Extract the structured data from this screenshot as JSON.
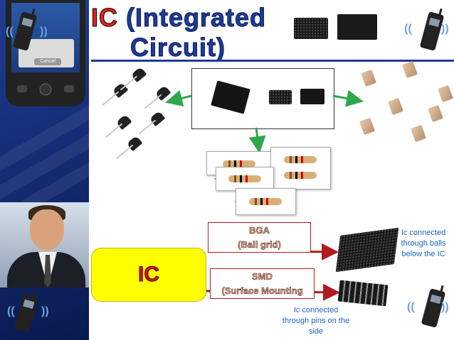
{
  "title": {
    "ic": "IC",
    "rest_line1": "(Integrated",
    "line2": "Circuit)"
  },
  "phone_dialog": {
    "button": "Cancel"
  },
  "ic_box": {
    "label": "IC"
  },
  "packages": {
    "bga": {
      "line1": "BGA",
      "line2": "(Ball grid)"
    },
    "smd": {
      "line1": "SMD",
      "line2": "(Surface Mounting"
    }
  },
  "captions": {
    "bga": "Ic connected through balls below the IC",
    "smd": "Ic connected through pins on the side"
  },
  "colors": {
    "title_red": "#e2231a",
    "title_blue": "#1e3b9c",
    "arrow_green": "#2fa84a",
    "arrow_red": "#b21820",
    "ic_box_fill": "#ffff00",
    "caption_blue": "#1d63c4"
  },
  "icons": [
    "cell-phone-icon",
    "signal-waves-icon"
  ]
}
